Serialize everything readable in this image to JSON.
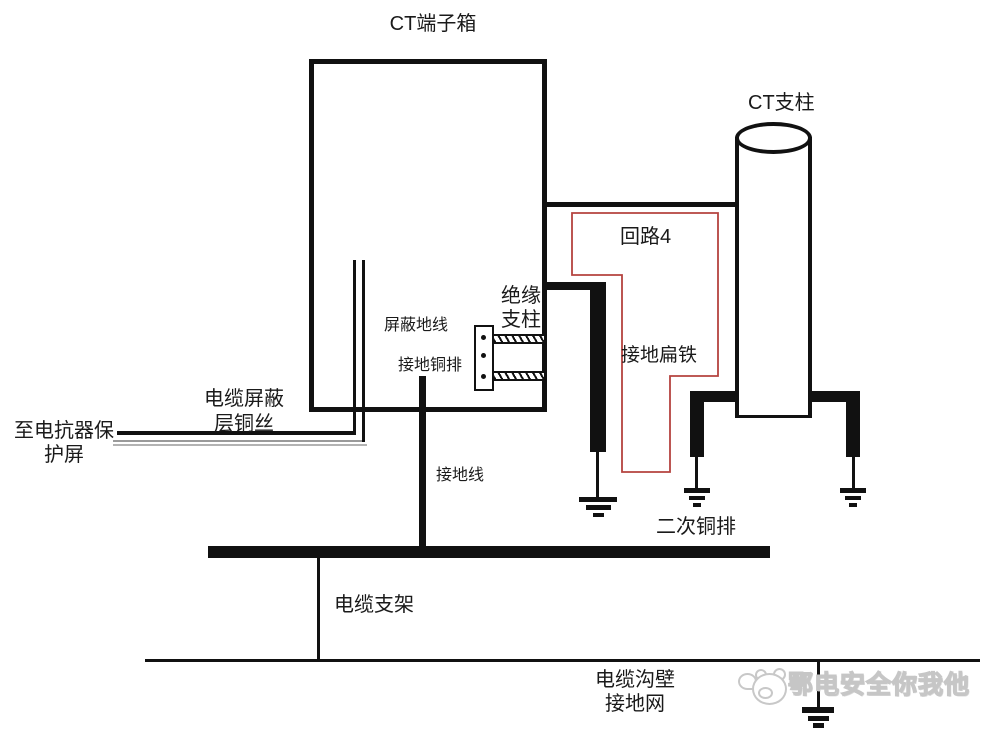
{
  "diagram": {
    "type": "electrical-grounding-schematic",
    "labels": {
      "ct_terminal_box": "CT端子箱",
      "ct_pillar": "CT支柱",
      "circuit_4": "回路4",
      "insulation_pillar": "绝缘\n支柱",
      "shield_ground_wire": "屏蔽地线",
      "ground_copper_bar": "接地铜排",
      "ground_flat_iron": "接地扁铁",
      "cable_shield_copper_wire": "电缆屏蔽\n层铜丝",
      "to_reactor_protection_screen": "至电抗器保\n护屏",
      "ground_wire": "接地线",
      "secondary_copper_bar": "二次铜排",
      "cable_bracket": "电缆支架",
      "cable_trench_ground_net": "电缆沟壁\n接地网",
      "watermark": "鄂电安全你我他"
    },
    "colors": {
      "line": "#111111",
      "circuit_loop": "#b5433f",
      "watermark_gray": "#c8c8c8",
      "background": "#ffffff"
    }
  }
}
